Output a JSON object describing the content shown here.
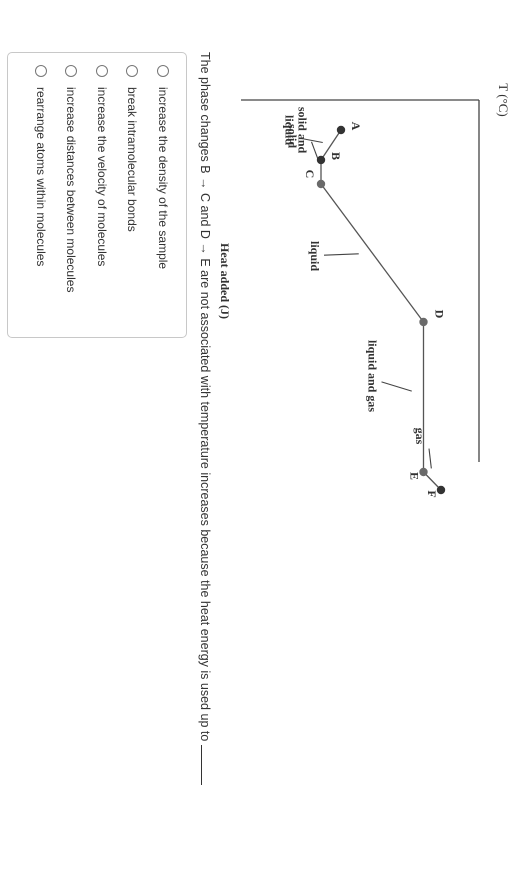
{
  "chart_data": {
    "type": "line",
    "title": "",
    "xlabel": "Heat added (J)",
    "ylabel": "T (°C)",
    "points": [
      {
        "label": "A",
        "x": 0.5,
        "y": 4.0
      },
      {
        "label": "B",
        "x": 1.0,
        "y": 3.2
      },
      {
        "label": "C",
        "x": 1.4,
        "y": 3.2
      },
      {
        "label": "D",
        "x": 3.7,
        "y": 7.3
      },
      {
        "label": "E",
        "x": 6.2,
        "y": 7.3
      },
      {
        "label": "F",
        "x": 6.5,
        "y": 8.0
      }
    ],
    "annotations": [
      {
        "text": "solid",
        "x": 0.6,
        "y": 1.9,
        "points_to": "A-B"
      },
      {
        "text": "solid and liquid",
        "x": 0.5,
        "y": 2.3,
        "points_to": "B-C"
      },
      {
        "text": "liquid",
        "x": 2.6,
        "y": 2.8,
        "points_to": "C-D"
      },
      {
        "text": "liquid and gas",
        "x": 4.6,
        "y": 5.1,
        "points_to": "D-E"
      },
      {
        "text": "gas",
        "x": 5.6,
        "y": 7.0,
        "points_to": "E-F"
      }
    ],
    "xlim": [
      0,
      7
    ],
    "ylim": [
      0,
      10
    ]
  },
  "question": {
    "text": "The phase changes B → C and D → E are not associated with temperature increases because the heat energy is used up to"
  },
  "options": [
    {
      "label": "increase the density of the sample"
    },
    {
      "label": "break intramolecular bonds"
    },
    {
      "label": "increase the velocity of molecules"
    },
    {
      "label": "increase distances between molecules"
    },
    {
      "label": "rearrange atoms within molecules"
    }
  ]
}
